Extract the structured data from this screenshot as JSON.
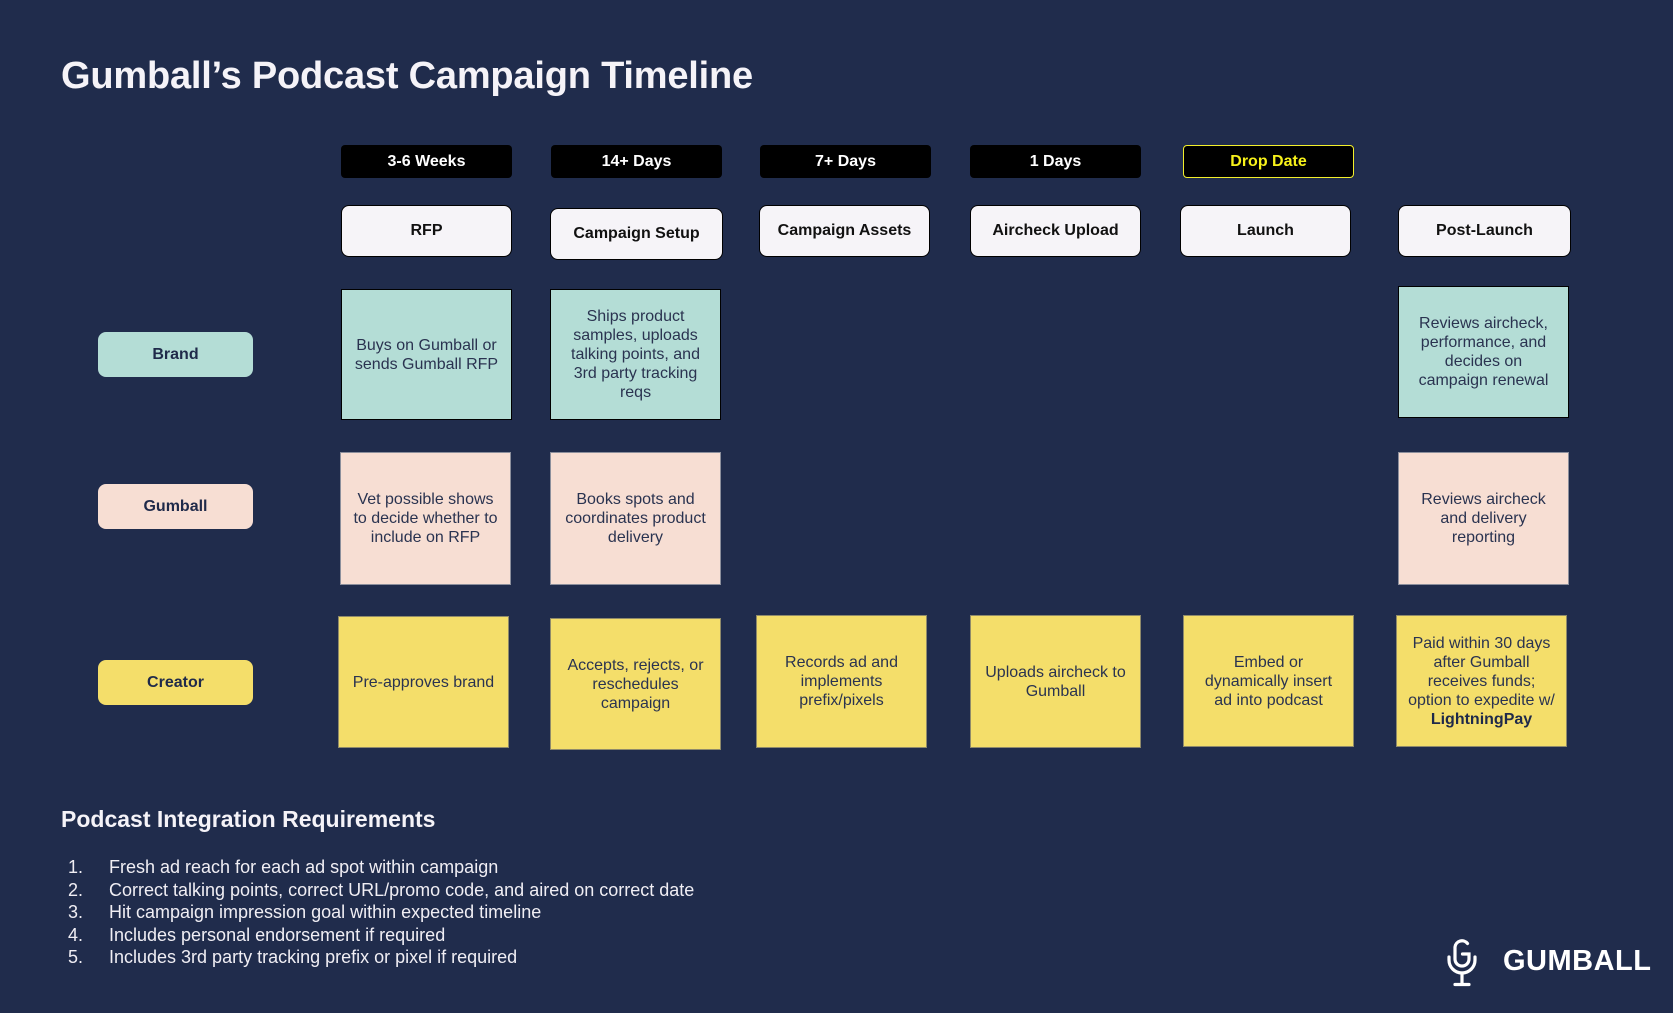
{
  "title": "Gumball’s Podcast Campaign Timeline",
  "timeline": {
    "durations": [
      "3-6 Weeks",
      "14+ Days",
      "7+ Days",
      "1 Days",
      "Drop Date"
    ],
    "phases": [
      "RFP",
      "Campaign Setup",
      "Campaign Assets",
      "Aircheck Upload",
      "Launch",
      "Post-Launch"
    ]
  },
  "lanes": {
    "brand": {
      "label": "Brand",
      "color": "#b4ddd6",
      "cards": {
        "rfp": "Buys on Gumball or sends Gumball RFP",
        "setup": "Ships product samples, uploads talking points, and 3rd party tracking reqs",
        "post_launch": "Reviews aircheck, performance, and decides on campaign renewal"
      }
    },
    "gumball": {
      "label": "Gumball",
      "color": "#f7ded3",
      "cards": {
        "rfp": "Vet possible shows to decide whether to include on RFP",
        "setup": "Books spots and coordinates product delivery",
        "post_launch": "Reviews aircheck and delivery reporting"
      }
    },
    "creator": {
      "label": "Creator",
      "color": "#f4de6a",
      "cards": {
        "rfp": "Pre-approves brand",
        "setup": "Accepts, rejects, or reschedules campaign",
        "assets": "Records ad and implements prefix/pixels",
        "aircheck": "Uploads aircheck to Gumball",
        "launch": "Embed or dynamically insert ad into podcast",
        "post_launch": "Paid within 30 days after Gumball receives funds; option to expedite w/",
        "post_launch_bold": "LightningPay"
      }
    }
  },
  "requirements": {
    "heading": "Podcast Integration Requirements",
    "items": [
      {
        "num": "1.",
        "text": "Fresh ad reach for each ad spot within campaign"
      },
      {
        "num": "2.",
        "text": "Correct talking points, correct URL/promo code, and aired on correct date"
      },
      {
        "num": "3.",
        "text": "Hit campaign impression goal within expected timeline"
      },
      {
        "num": "4.",
        "text": "Includes personal endorsement if required"
      },
      {
        "num": "5.",
        "text": "Includes 3rd party tracking prefix or pixel if required"
      }
    ]
  },
  "logo": {
    "text": "GUMBALL",
    "icon": "microphone-g-icon"
  },
  "colors": {
    "background": "#202c4c",
    "drop_date_accent": "#f8f21a"
  }
}
